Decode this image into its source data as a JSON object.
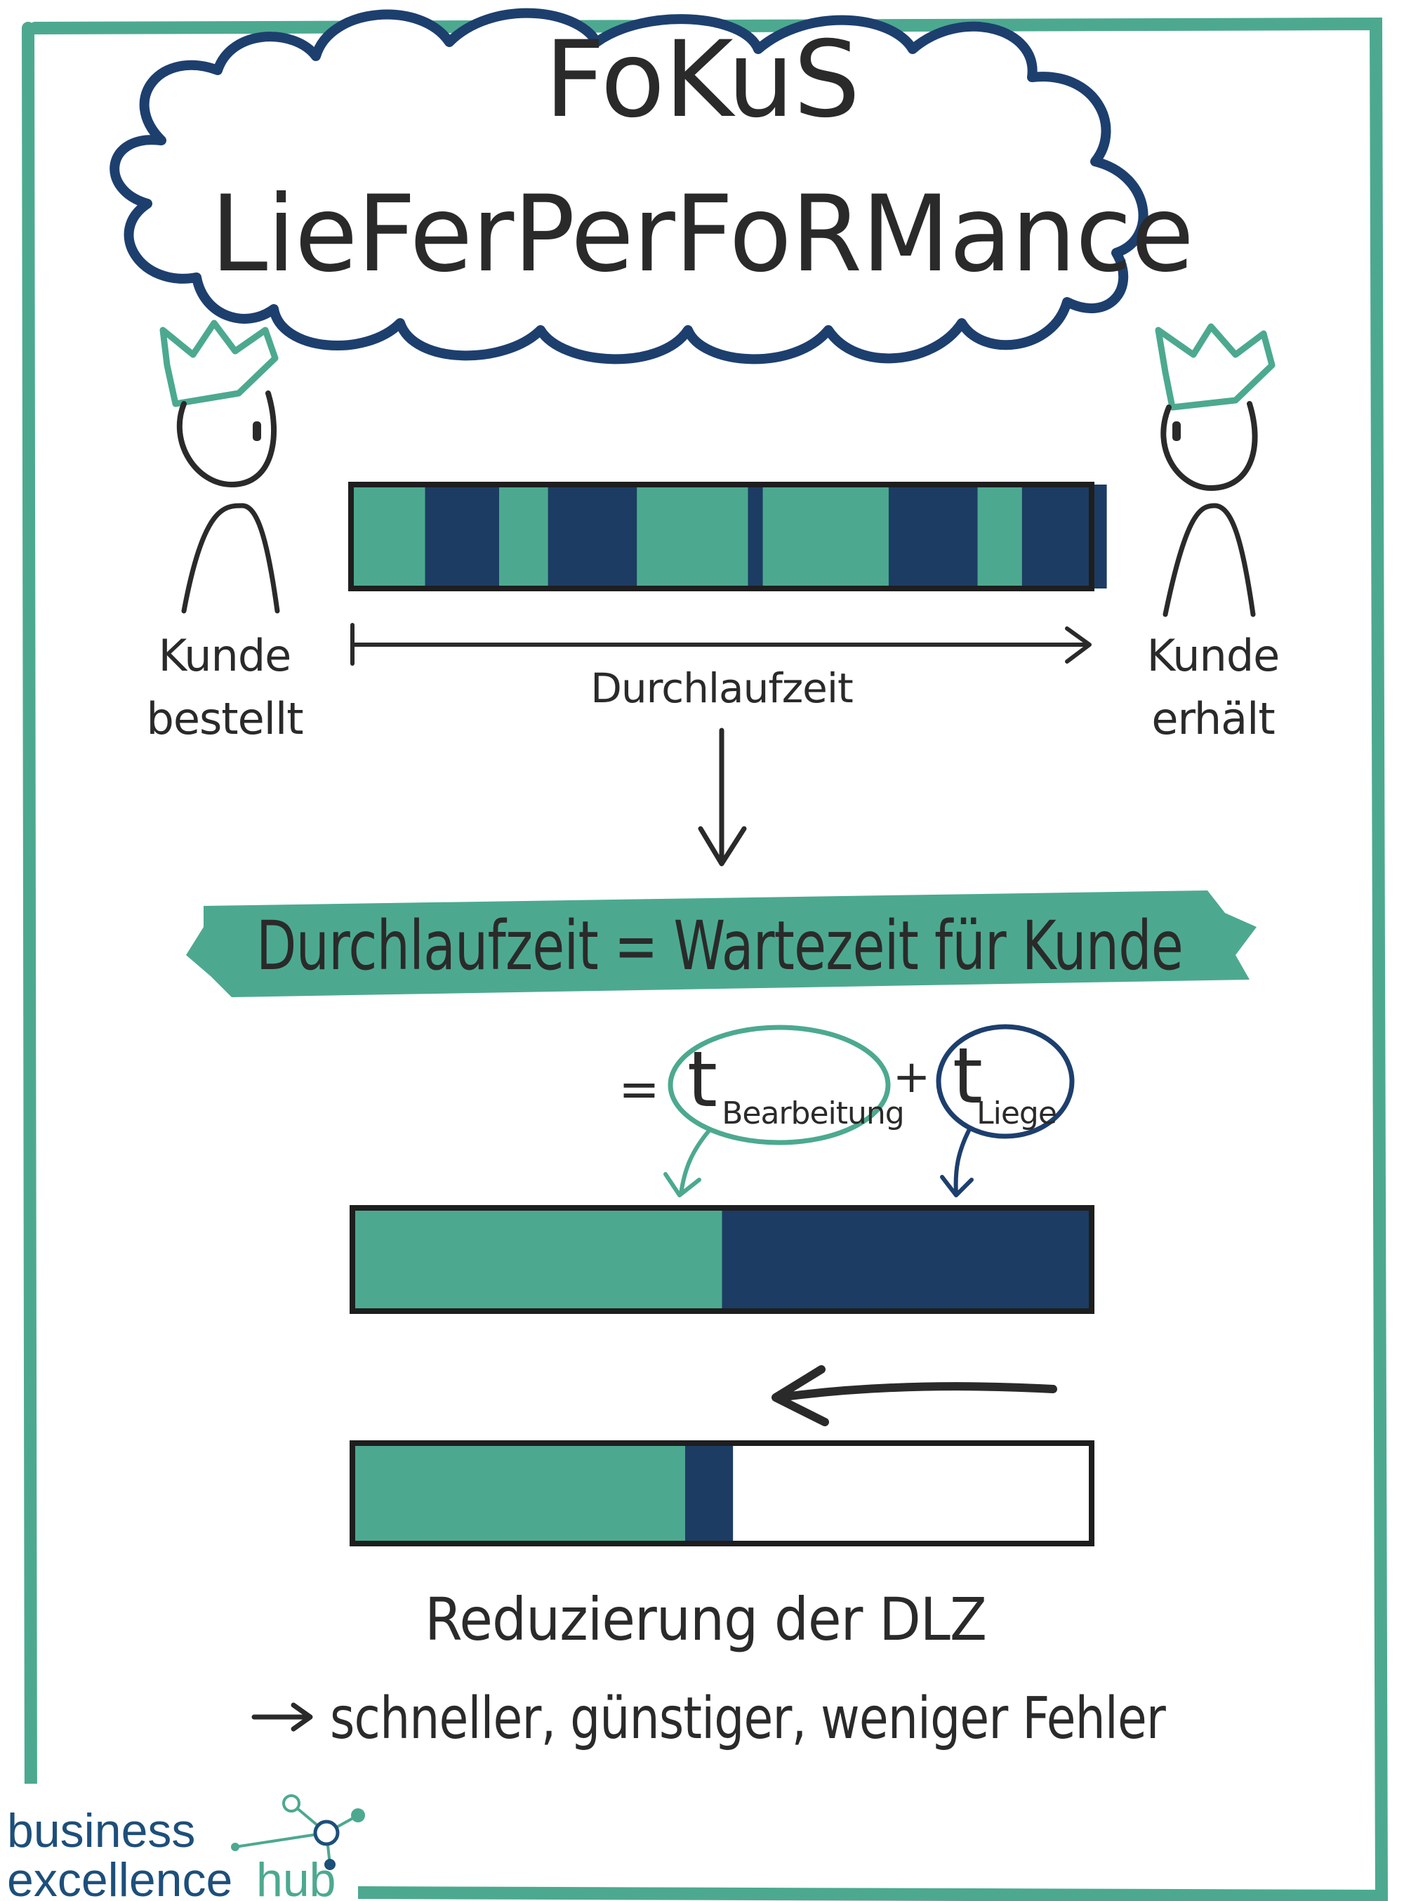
{
  "title": {
    "line1": "FoKuS",
    "line2": "LieFerPerFoRMance"
  },
  "left_person": {
    "line1": "Kunde",
    "line2": "bestellt"
  },
  "right_person": {
    "line1": "Kunde",
    "line2": "erhält"
  },
  "timeline_label": "Durchlaufzeit",
  "banner_text": "Durchlaufzeit = Wartezeit für Kunde",
  "formula": {
    "equals": "=",
    "t1": "t",
    "sub1": "Bearbeitung",
    "plus": "+",
    "t2": "t",
    "sub2": "Liege"
  },
  "reduction_title": "Reduzierung der DLZ",
  "benefits": "schneller, günstiger, weniger Fehler",
  "logo": {
    "line1": "business",
    "line2_a": "excellence",
    "line2_b": "hub"
  },
  "colors": {
    "processing": "#4ca98f",
    "waiting": "#1c3c63",
    "frame": "#4ca98f",
    "cloud": "#1d3f6e",
    "crown": "#4ca98f"
  },
  "segment_legend": [
    "processing",
    "waiting"
  ],
  "bars": {
    "overview_segments": [
      {
        "type": "processing",
        "share": 0.1
      },
      {
        "type": "waiting",
        "share": 0.1
      },
      {
        "type": "processing",
        "share": 0.066
      },
      {
        "type": "waiting",
        "share": 0.12
      },
      {
        "type": "processing",
        "share": 0.15
      },
      {
        "type": "waiting",
        "share": 0.02
      },
      {
        "type": "processing",
        "share": 0.17
      },
      {
        "type": "waiting",
        "share": 0.12
      },
      {
        "type": "processing",
        "share": 0.06
      },
      {
        "type": "waiting",
        "share": 0.114
      }
    ],
    "current": {
      "processing_share": 0.5,
      "waiting_share": 0.5
    },
    "improved": {
      "processing_share": 0.45,
      "waiting_share": 0.065,
      "saved_share": 0.485
    }
  }
}
